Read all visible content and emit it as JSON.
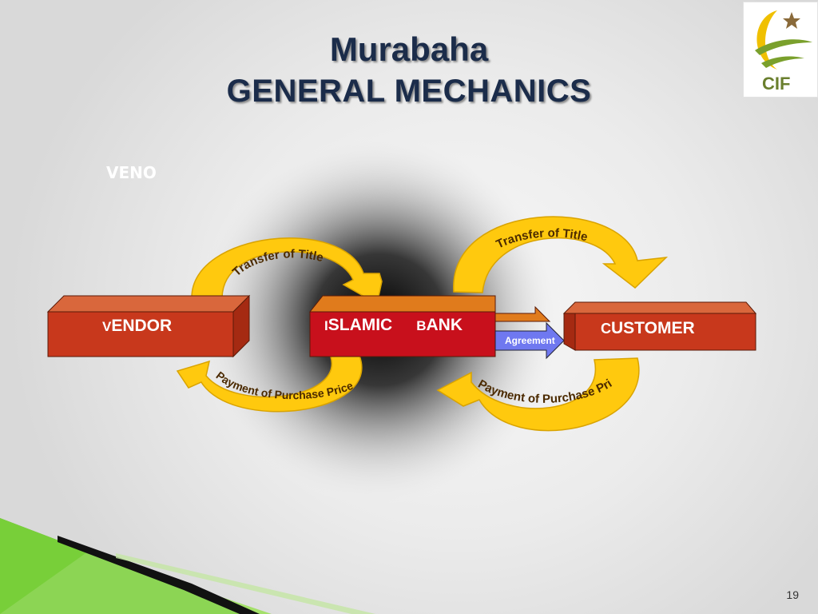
{
  "slide": {
    "title_line1": "Murabaha",
    "title_line2": "GENERAL  MECHANICS",
    "stray_text": "VENO",
    "page_number": "19",
    "logo_text": "CIF"
  },
  "diagram": {
    "vendor": {
      "initial": "V",
      "rest": "ENDOR"
    },
    "bank": {
      "initial1": "I",
      "rest1": "SLAMIC",
      "initial2": "B",
      "rest2": "ANK"
    },
    "customer": {
      "initial": "C",
      "rest": "USTOMER"
    },
    "agreement_label": "Agreement",
    "arrows": {
      "vendor_to_bank_top": "Transfer of Title",
      "bank_to_vendor_bottom": "Payment of Purchase Price",
      "bank_to_customer_top": "Transfer of Title",
      "customer_to_bank_bottom": "Payment of Purchase Price"
    }
  },
  "colors": {
    "box_front": "#c8381c",
    "box_top": "#d9673c",
    "bank_top": "#e07b1c",
    "arrow_fill": "#ffc90e",
    "arrow_text": "#4b2a00",
    "agreement_fill": "#6f78f0",
    "title": "#1b2c4a"
  }
}
